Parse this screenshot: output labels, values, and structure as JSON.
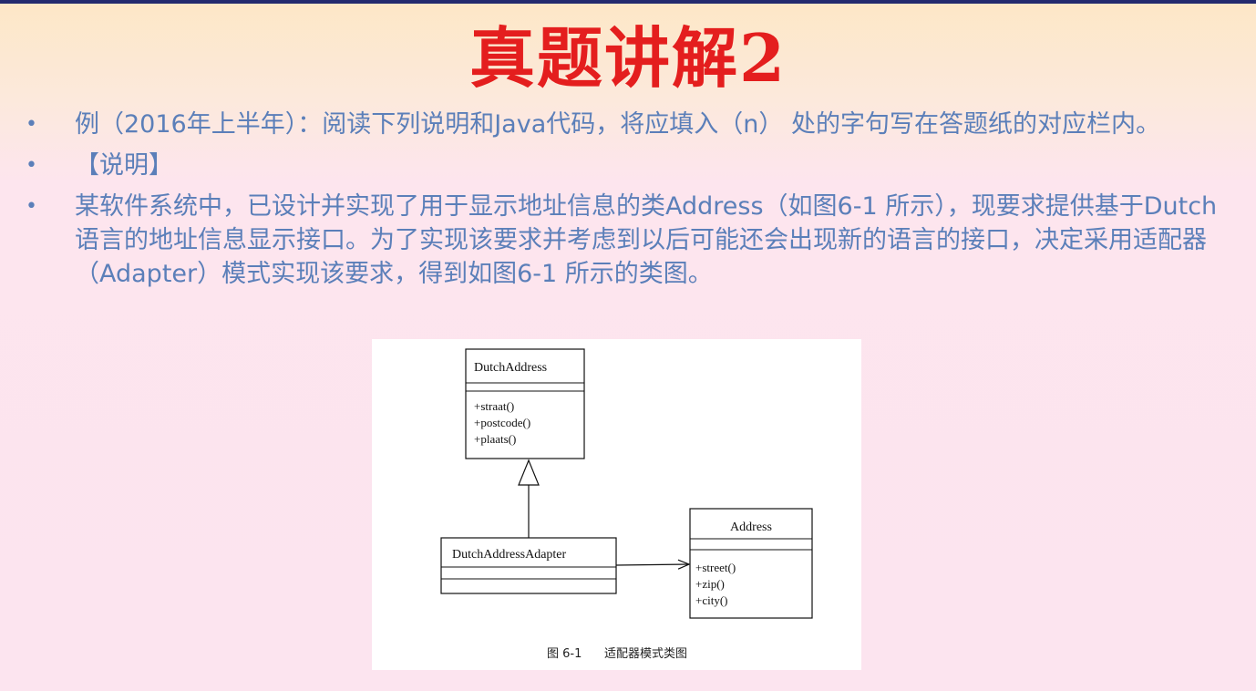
{
  "slide": {
    "title": "真题讲解2",
    "bullets": [
      "例（2016年上半年）：阅读下列说明和Java代码，将应填入（n） 处的字句写在答题纸的对应栏内。",
      "【说明】",
      "某软件系统中，已设计并实现了用于显示地址信息的类Address（如图6-1 所示），现要求提供基于Dutch 语言的地址信息显示接口。为了实现该要求并考虑到以后可能还会出现新的语言的接口，决定采用适配器（Adapter）模式实现该要求，得到如图6-1 所示的类图。"
    ]
  },
  "diagram": {
    "classes": {
      "dutch_address": {
        "name": "DutchAddress",
        "methods": [
          "+straat()",
          "+postcode()",
          "+plaats()"
        ]
      },
      "adapter": {
        "name": "DutchAddressAdapter",
        "methods": []
      },
      "address": {
        "name": "Address",
        "methods": [
          "+street()",
          "+zip()",
          "+city()"
        ]
      }
    },
    "caption_num": "图 6-1",
    "caption_text": "适配器模式类图"
  },
  "colors": {
    "title": "#e41e1e",
    "body_text": "#5b7fb9",
    "top_rule": "#232a6e"
  }
}
